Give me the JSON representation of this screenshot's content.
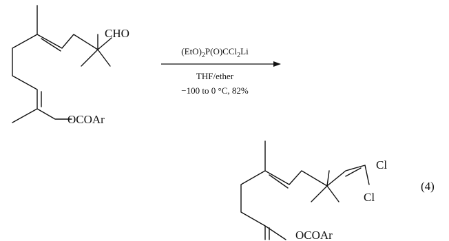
{
  "reactant": {
    "aldehyde_label": "CHO",
    "ester_label": "OCOAr"
  },
  "conditions": {
    "reagent": [
      "(EtO)",
      "2",
      "P(O)CCl",
      "2",
      "Li"
    ],
    "solvent": "THF/ether",
    "temp_yield": "−100 to 0 °C, 82%"
  },
  "product": {
    "chloro_top": "Cl",
    "chloro_bottom": "Cl",
    "ester_label": "OCOAr"
  },
  "equation_number": "(4)"
}
